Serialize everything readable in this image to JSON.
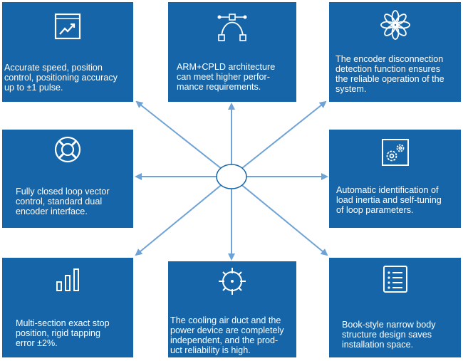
{
  "colors": {
    "panel": "#1565a8",
    "arrow": "#6fa3d6",
    "text": "#ffffff"
  },
  "hub": {
    "label": ""
  },
  "features": [
    {
      "icon": "growth-chart-icon",
      "text": "Accurate speed, position\ncontrol, positioning accuracy\nup to ±1 pulse."
    },
    {
      "icon": "bezier-curve-icon",
      "text": "ARM+CPLD architecture\ncan meet higher perfor-\nmance requirements."
    },
    {
      "icon": "flower-icon",
      "text": "The encoder disconnection\ndetection function ensures\nthe reliable operation of the\nsystem."
    },
    {
      "icon": "lifebuoy-icon",
      "text": "Fully closed loop vector\ncontrol, standard dual\nencoder interface."
    },
    {
      "icon": "gears-icon",
      "text": "Automatic identification of\nload inertia and self-tuning\nof loop parameters."
    },
    {
      "icon": "bar-chart-icon",
      "text": "Multi-section exact stop\nposition, rigid tapping\nerror ±2%."
    },
    {
      "icon": "crosshair-icon",
      "text": "The cooling air duct and the\npower device are completely\nindependent, and the prod-\nuct reliability is high."
    },
    {
      "icon": "list-document-icon",
      "text": "Book-style narrow body\nstructure design saves\ninstallation space."
    }
  ]
}
